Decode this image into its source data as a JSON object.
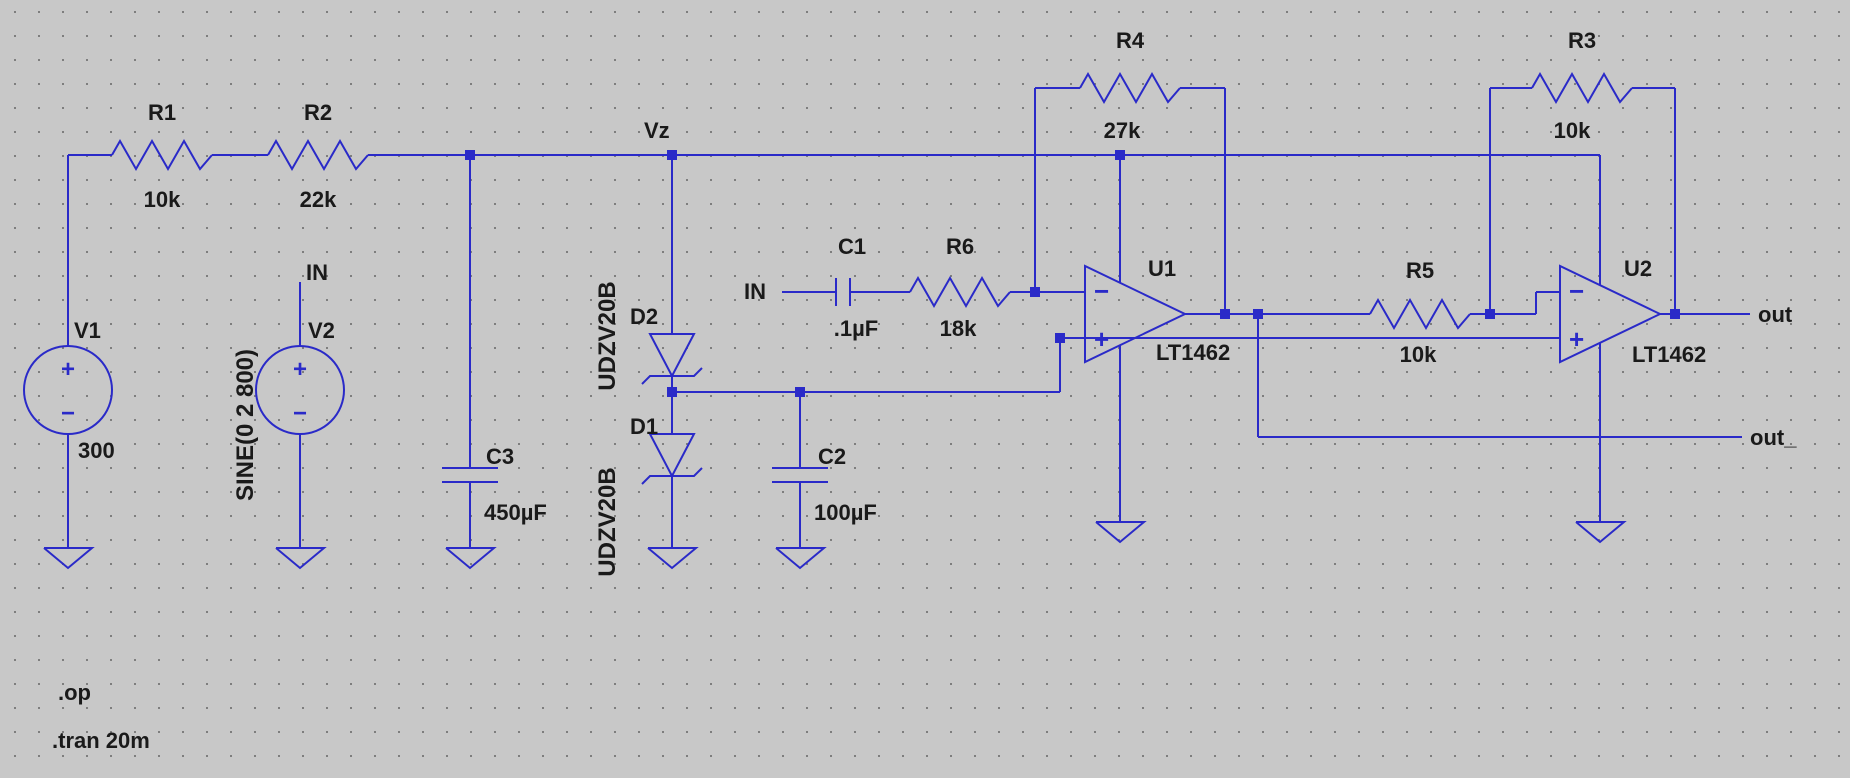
{
  "schematic": {
    "directives": {
      "op": ".op",
      "tran": ".tran 20m"
    },
    "nets": {
      "vz": "Vz",
      "in_source": "IN",
      "in_input": "IN",
      "out": "out",
      "out_bar": "out_"
    },
    "sources": {
      "V1": {
        "name": "V1",
        "value": "300"
      },
      "V2": {
        "name": "V2",
        "value": "SINE(0 2 800)"
      }
    },
    "resistors": {
      "R1": {
        "name": "R1",
        "value": "10k"
      },
      "R2": {
        "name": "R2",
        "value": "22k"
      },
      "R3": {
        "name": "R3",
        "value": "10k"
      },
      "R4": {
        "name": "R4",
        "value": "27k"
      },
      "R5": {
        "name": "R5",
        "value": "10k"
      },
      "R6": {
        "name": "R6",
        "value": "18k"
      }
    },
    "capacitors": {
      "C1": {
        "name": "C1",
        "value": ".1µF"
      },
      "C2": {
        "name": "C2",
        "value": "100µF"
      },
      "C3": {
        "name": "C3",
        "value": "450µF"
      }
    },
    "diodes": {
      "D1": {
        "name": "D1",
        "value": "UDZV20B"
      },
      "D2": {
        "name": "D2",
        "value": "UDZV20B"
      }
    },
    "opamps": {
      "U1": {
        "name": "U1",
        "value": "LT1462"
      },
      "U2": {
        "name": "U2",
        "value": "LT1462"
      }
    },
    "glyphs": {
      "plus": "+",
      "minus": "−"
    }
  },
  "colors": {
    "wire": "#2a2ac8",
    "ink": "#1a1a1a",
    "background": "#c8c8c8",
    "grid": "#7e7e7e"
  }
}
